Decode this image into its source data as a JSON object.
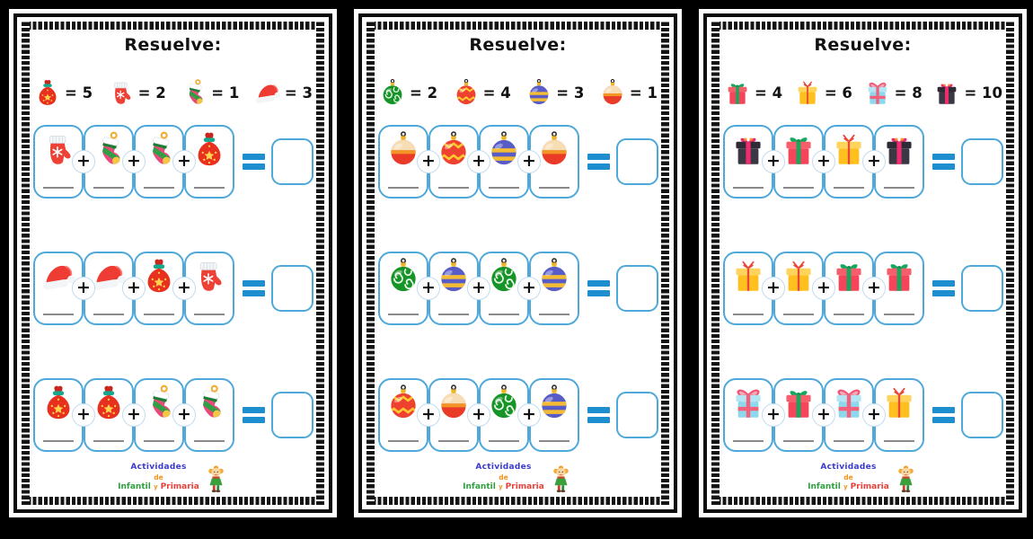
{
  "colors": {
    "background_black": "#000000",
    "page_white": "#ffffff",
    "box_border": "#4fa8da",
    "equals_blue": "#1d8fd0",
    "plus_black": "#111111",
    "blank_gray": "#8a8a8a"
  },
  "operators": {
    "plus": "+",
    "equals": "="
  },
  "footer": {
    "word1": "Actividades",
    "word2": "de",
    "word3": "Infantil",
    "word4": "y",
    "word5": "Primaria"
  },
  "panels": [
    {
      "title": "Resuelve:",
      "legend": [
        {
          "icon": "gift-bag",
          "value": 5,
          "label": "= 5"
        },
        {
          "icon": "mitten",
          "value": 2,
          "label": "= 2"
        },
        {
          "icon": "stocking",
          "value": 1,
          "label": "= 1"
        },
        {
          "icon": "santa-hat",
          "value": 3,
          "label": "= 3"
        }
      ],
      "rows": [
        {
          "terms": [
            "mitten",
            "stocking",
            "stocking",
            "gift-bag"
          ]
        },
        {
          "terms": [
            "santa-hat",
            "santa-hat",
            "gift-bag",
            "mitten"
          ]
        },
        {
          "terms": [
            "gift-bag",
            "gift-bag",
            "stocking",
            "stocking"
          ]
        }
      ]
    },
    {
      "title": "Resuelve:",
      "legend": [
        {
          "icon": "green-ball",
          "value": 2,
          "label": "= 2"
        },
        {
          "icon": "red-zigzag-ball",
          "value": 4,
          "label": "= 4"
        },
        {
          "icon": "blue-ball",
          "value": 3,
          "label": "= 3"
        },
        {
          "icon": "red-cream-ball",
          "value": 1,
          "label": "= 1"
        }
      ],
      "rows": [
        {
          "terms": [
            "red-cream-ball",
            "red-zigzag-ball",
            "blue-ball",
            "red-cream-ball"
          ]
        },
        {
          "terms": [
            "green-ball",
            "blue-ball",
            "green-ball",
            "blue-ball"
          ]
        },
        {
          "terms": [
            "red-zigzag-ball",
            "red-cream-ball",
            "green-ball",
            "blue-ball"
          ]
        }
      ]
    },
    {
      "title": "Resuelve:",
      "legend": [
        {
          "icon": "red-gift",
          "value": 4,
          "label": "= 4"
        },
        {
          "icon": "yellow-gift",
          "value": 6,
          "label": "= 6"
        },
        {
          "icon": "blue-gift",
          "value": 8,
          "label": "= 8"
        },
        {
          "icon": "black-gift",
          "value": 10,
          "label": "= 10"
        }
      ],
      "rows": [
        {
          "terms": [
            "black-gift",
            "red-gift",
            "yellow-gift",
            "black-gift"
          ]
        },
        {
          "terms": [
            "yellow-gift",
            "yellow-gift",
            "red-gift",
            "red-gift"
          ]
        },
        {
          "terms": [
            "blue-gift",
            "red-gift",
            "blue-gift",
            "yellow-gift"
          ]
        }
      ]
    }
  ]
}
